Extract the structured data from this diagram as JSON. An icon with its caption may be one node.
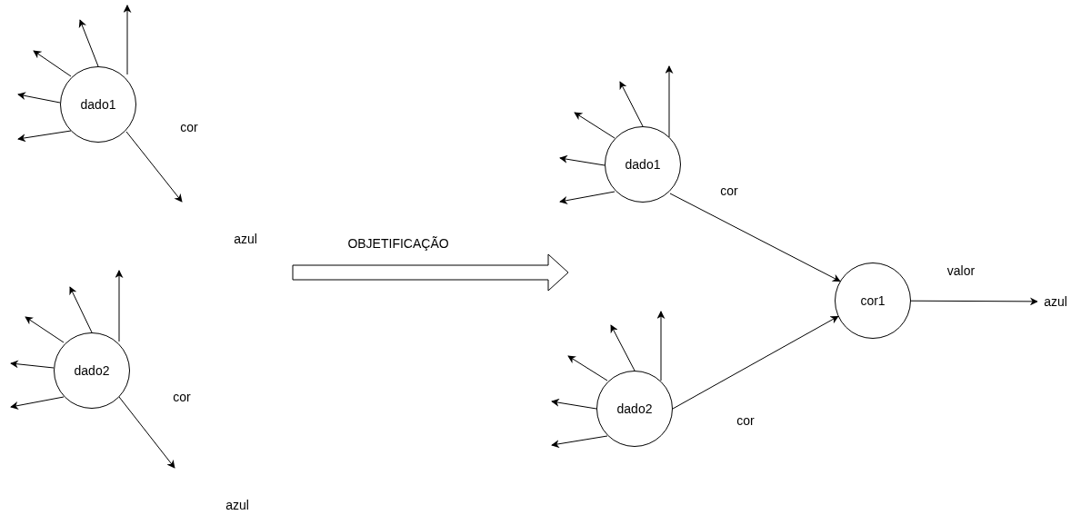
{
  "diagram": {
    "nodes": [
      {
        "text": [
          "dado1"
        ]
      },
      {
        "text": [
          "dado2"
        ]
      },
      {
        "text": [
          "dado1"
        ]
      },
      {
        "text": [
          "dado2"
        ]
      },
      {
        "text": [
          "cor1"
        ]
      },
      {
        "text": [
          "azul"
        ]
      }
    ],
    "edges": [
      {
        "from": 0,
        "to": null,
        "arrow": "to"
      },
      {
        "from": 0,
        "to": null,
        "arrow": "to"
      },
      {
        "from": 0,
        "to": null,
        "arrow": "to"
      },
      {
        "from": 0,
        "to": null,
        "arrow": "to"
      },
      {
        "from": 0,
        "to": null,
        "arrow": "to"
      },
      {
        "from": 0,
        "to": null,
        "arrow": "to",
        "label": "cor"
      },
      {
        "from": 1,
        "to": null,
        "arrow": "to"
      },
      {
        "from": 1,
        "to": null,
        "arrow": "to"
      },
      {
        "from": 1,
        "to": null,
        "arrow": "to"
      },
      {
        "from": 1,
        "to": null,
        "arrow": "to"
      },
      {
        "from": 1,
        "to": null,
        "arrow": "to"
      },
      {
        "from": 1,
        "to": null,
        "arrow": "to",
        "label": "cor"
      },
      {
        "from": 2,
        "to": null,
        "arrow": "to"
      },
      {
        "from": 2,
        "to": null,
        "arrow": "to"
      },
      {
        "from": 2,
        "to": null,
        "arrow": "to"
      },
      {
        "from": 2,
        "to": null,
        "arrow": "to"
      },
      {
        "from": 2,
        "to": null,
        "arrow": "to"
      },
      {
        "from": 2,
        "to": 4,
        "arrow": "to",
        "label": "cor"
      },
      {
        "from": 3,
        "to": null,
        "arrow": "to"
      },
      {
        "from": 3,
        "to": null,
        "arrow": "to"
      },
      {
        "from": 3,
        "to": null,
        "arrow": "to"
      },
      {
        "from": 3,
        "to": null,
        "arrow": "to"
      },
      {
        "from": 3,
        "to": null,
        "arrow": "to"
      },
      {
        "from": 3,
        "to": 4,
        "arrow": "to",
        "label": "cor"
      },
      {
        "from": 4,
        "to": 5,
        "arrow": "to",
        "label": "valor"
      }
    ],
    "labels": [
      "azul",
      "OBJETIFICAÇÃO",
      "azul"
    ]
  }
}
